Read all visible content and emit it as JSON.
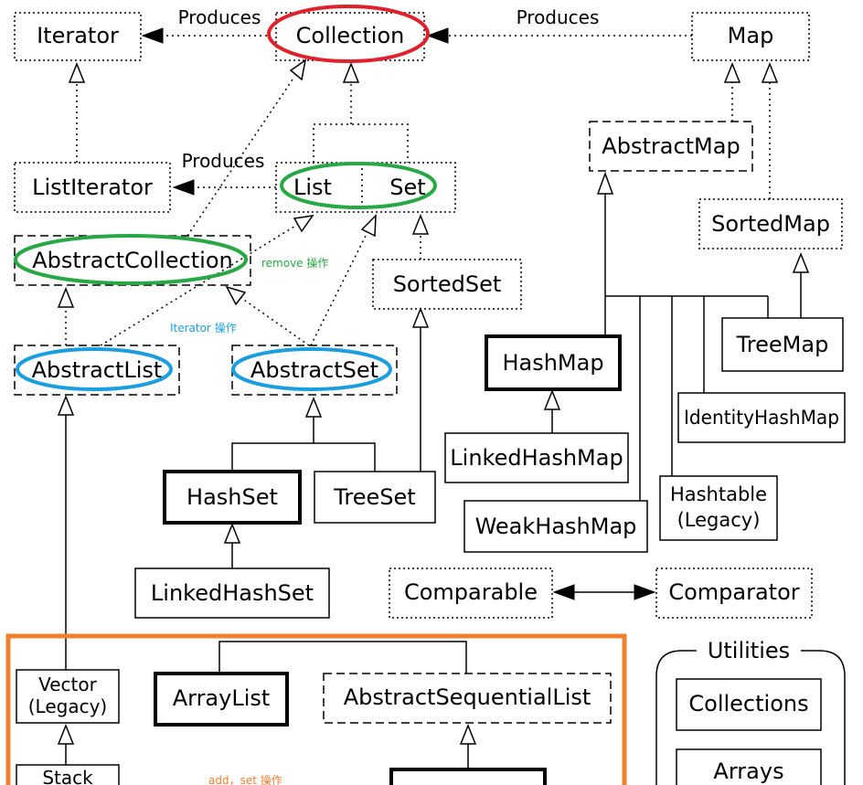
{
  "nodes": {
    "iterator": "Iterator",
    "collection": "Collection",
    "map": "Map",
    "list_iterator": "ListIterator",
    "list": "List",
    "set": "Set",
    "abstract_map": "AbstractMap",
    "sorted_map": "SortedMap",
    "abstract_collection": "AbstractCollection",
    "sorted_set": "SortedSet",
    "abstract_list": "AbstractList",
    "abstract_set": "AbstractSet",
    "hash_map": "HashMap",
    "tree_map": "TreeMap",
    "identity_hash_map": "IdentityHashMap",
    "linked_hash_map": "LinkedHashMap",
    "hash_set": "HashSet",
    "tree_set": "TreeSet",
    "weak_hash_map": "WeakHashMap",
    "hashtable_line1": "Hashtable",
    "hashtable_line2": "(Legacy)",
    "linked_hash_set": "LinkedHashSet",
    "comparable": "Comparable",
    "comparator": "Comparator",
    "vector_line1": "Vector",
    "vector_line2": "(Legacy)",
    "array_list": "ArrayList",
    "abstract_sequential_list": "AbstractSequentialList",
    "stack": "Stack",
    "utilities": "Utilities",
    "collections": "Collections",
    "arrays": "Arrays"
  },
  "edge_labels": {
    "produces_iterator": "Produces",
    "produces_map": "Produces",
    "produces_list_iterator": "Produces"
  },
  "annotations": {
    "remove": "remove 操作",
    "iterator": "Iterator 操作",
    "add_set": "add，set 操作"
  },
  "colors": {
    "red_highlight": "#e0202a",
    "green_highlight": "#27a844",
    "blue_highlight": "#1a9ee0",
    "orange_highlight": "#f08030",
    "remove_text": "#27a844",
    "iterator_text": "#1a9ee0",
    "add_set_text": "#f08030"
  }
}
